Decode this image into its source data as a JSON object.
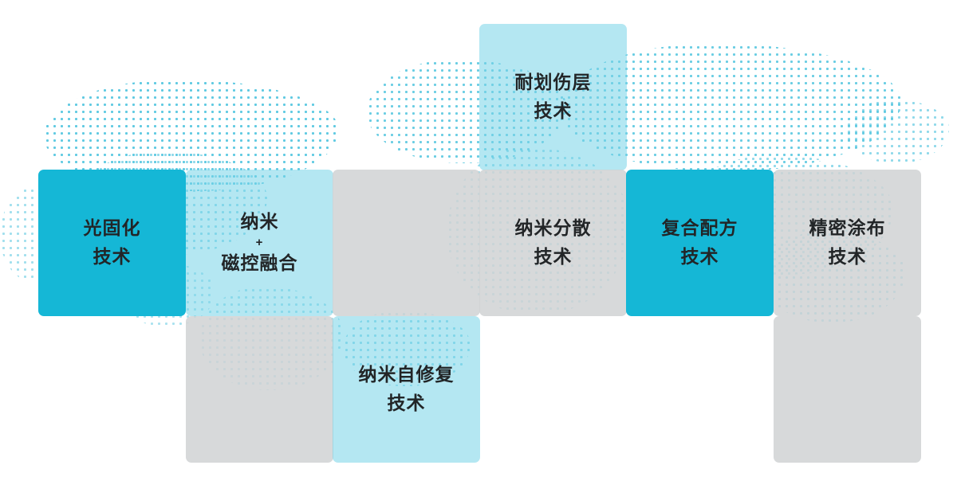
{
  "diagram": {
    "colors": {
      "bright": "#15b7d6",
      "light": "rgba(118, 212, 231, 0.55)",
      "gray": "rgba(208, 210, 212, 0.85)",
      "dot": "#45c1dd",
      "text": "#222527"
    },
    "tiles": [
      {
        "name": "tile-scratch-resistant-layer",
        "variant": "light",
        "row": 0,
        "col": 4,
        "lines": [
          "耐划伤层",
          "技术"
        ]
      },
      {
        "name": "tile-light-curing",
        "variant": "bright",
        "row": 1,
        "col": 1,
        "lines": [
          "光固化",
          "技术"
        ]
      },
      {
        "name": "tile-nano-magnetron-fusion",
        "variant": "light",
        "row": 1,
        "col": 2,
        "lines": [
          "纳米",
          "+",
          "磁控融合"
        ]
      },
      {
        "name": "tile-blank-1",
        "variant": "gray",
        "row": 1,
        "col": 3,
        "lines": []
      },
      {
        "name": "tile-nano-dispersion",
        "variant": "gray",
        "row": 1,
        "col": 4,
        "lines": [
          "纳米分散",
          "技术"
        ]
      },
      {
        "name": "tile-composite-formula",
        "variant": "bright",
        "row": 1,
        "col": 5,
        "lines": [
          "复合配方",
          "技术"
        ]
      },
      {
        "name": "tile-precision-coating",
        "variant": "gray",
        "row": 1,
        "col": 6,
        "lines": [
          "精密涂布",
          "技术"
        ]
      },
      {
        "name": "tile-blank-2",
        "variant": "gray",
        "row": 2,
        "col": 2,
        "lines": []
      },
      {
        "name": "tile-nano-self-healing",
        "variant": "light",
        "row": 2,
        "col": 3,
        "lines": [
          "纳米自修复",
          "技术"
        ]
      },
      {
        "name": "tile-blank-3",
        "variant": "gray",
        "row": 2,
        "col": 6,
        "lines": []
      }
    ]
  }
}
